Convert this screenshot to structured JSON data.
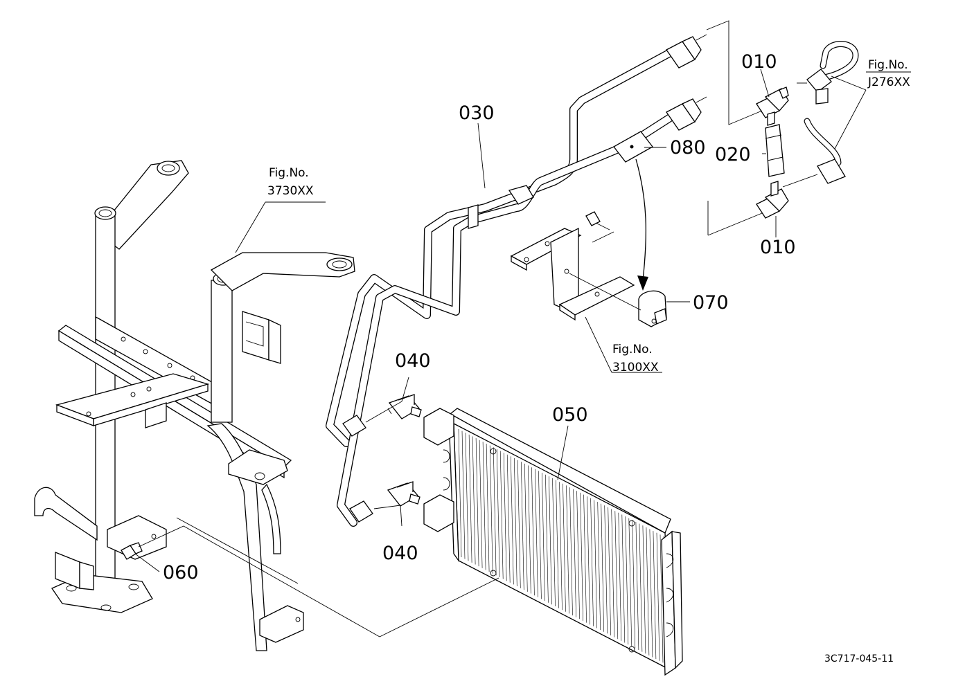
{
  "callouts": {
    "c010a": "010",
    "c010b": "010",
    "c020": "020",
    "c030": "030",
    "c040a": "040",
    "c040b": "040",
    "c050": "050",
    "c060": "060",
    "c070": "070",
    "c080": "080"
  },
  "fig_refs": {
    "j276": {
      "line1": "Fig.No.",
      "line2": "J276XX"
    },
    "f3730": {
      "line1": "Fig.No.",
      "line2": "3730XX"
    },
    "f3100": {
      "line1": "Fig.No.",
      "line2": "3100XX"
    }
  },
  "drawing_code": "3C717-045-11"
}
